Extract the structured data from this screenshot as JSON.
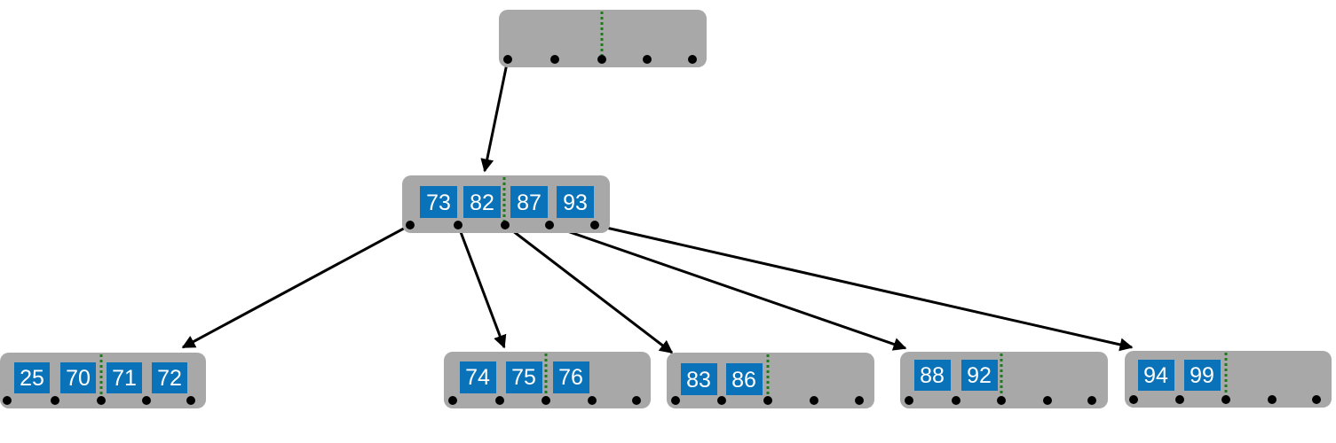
{
  "diagram": {
    "type": "b-tree",
    "colors": {
      "node_fill": "#a8a8a8",
      "key_fill": "#0a72b8",
      "key_text": "#ffffff",
      "divider": "#1d7a1d",
      "pointer": "#000000"
    },
    "root": {
      "keys": []
    },
    "internal": {
      "keys": [
        "73",
        "82",
        "87",
        "93"
      ]
    },
    "leaves": [
      {
        "keys": [
          "25",
          "70",
          "71",
          "72"
        ]
      },
      {
        "keys": [
          "74",
          "75",
          "76"
        ]
      },
      {
        "keys": [
          "83",
          "86"
        ]
      },
      {
        "keys": [
          "88",
          "92"
        ]
      },
      {
        "keys": [
          "94",
          "99"
        ]
      }
    ]
  }
}
